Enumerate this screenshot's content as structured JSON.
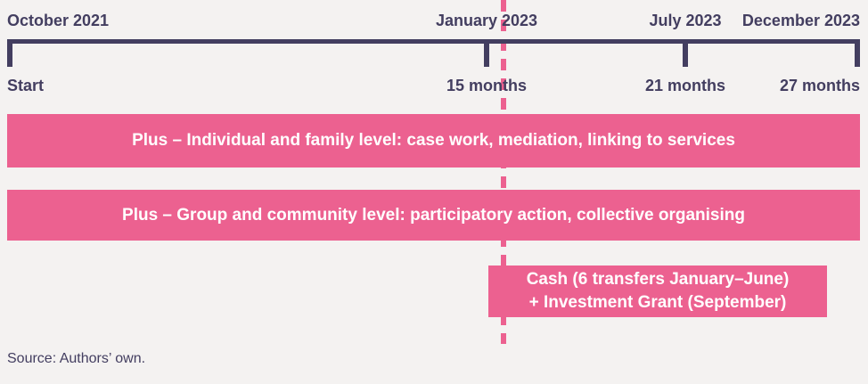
{
  "figure_type": "project-timeline-diagram",
  "colors": {
    "background": "#f4f2f1",
    "ink": "#433e60",
    "accent_pink": "#ec6190",
    "bar_text": "#ffffff"
  },
  "timeline": {
    "milestones": [
      {
        "date": "October 2021",
        "duration": "Start"
      },
      {
        "date": "January 2023",
        "duration": "15 months"
      },
      {
        "date": "July 2023",
        "duration": "21 months"
      },
      {
        "date": "December 2023",
        "duration": "27 months"
      }
    ],
    "marker": {
      "at": "January 2023",
      "style": "dashed-vertical-line"
    }
  },
  "bars": [
    {
      "label": "Plus – Individual and family level: case work, mediation, linking to services"
    },
    {
      "label": "Plus – Group and community level: participatory action, collective organising"
    },
    {
      "label_line1": "Cash (6 transfers January–June)",
      "label_line2": "+ Investment Grant (September)"
    }
  ],
  "source_note": "Source: Authors’ own."
}
